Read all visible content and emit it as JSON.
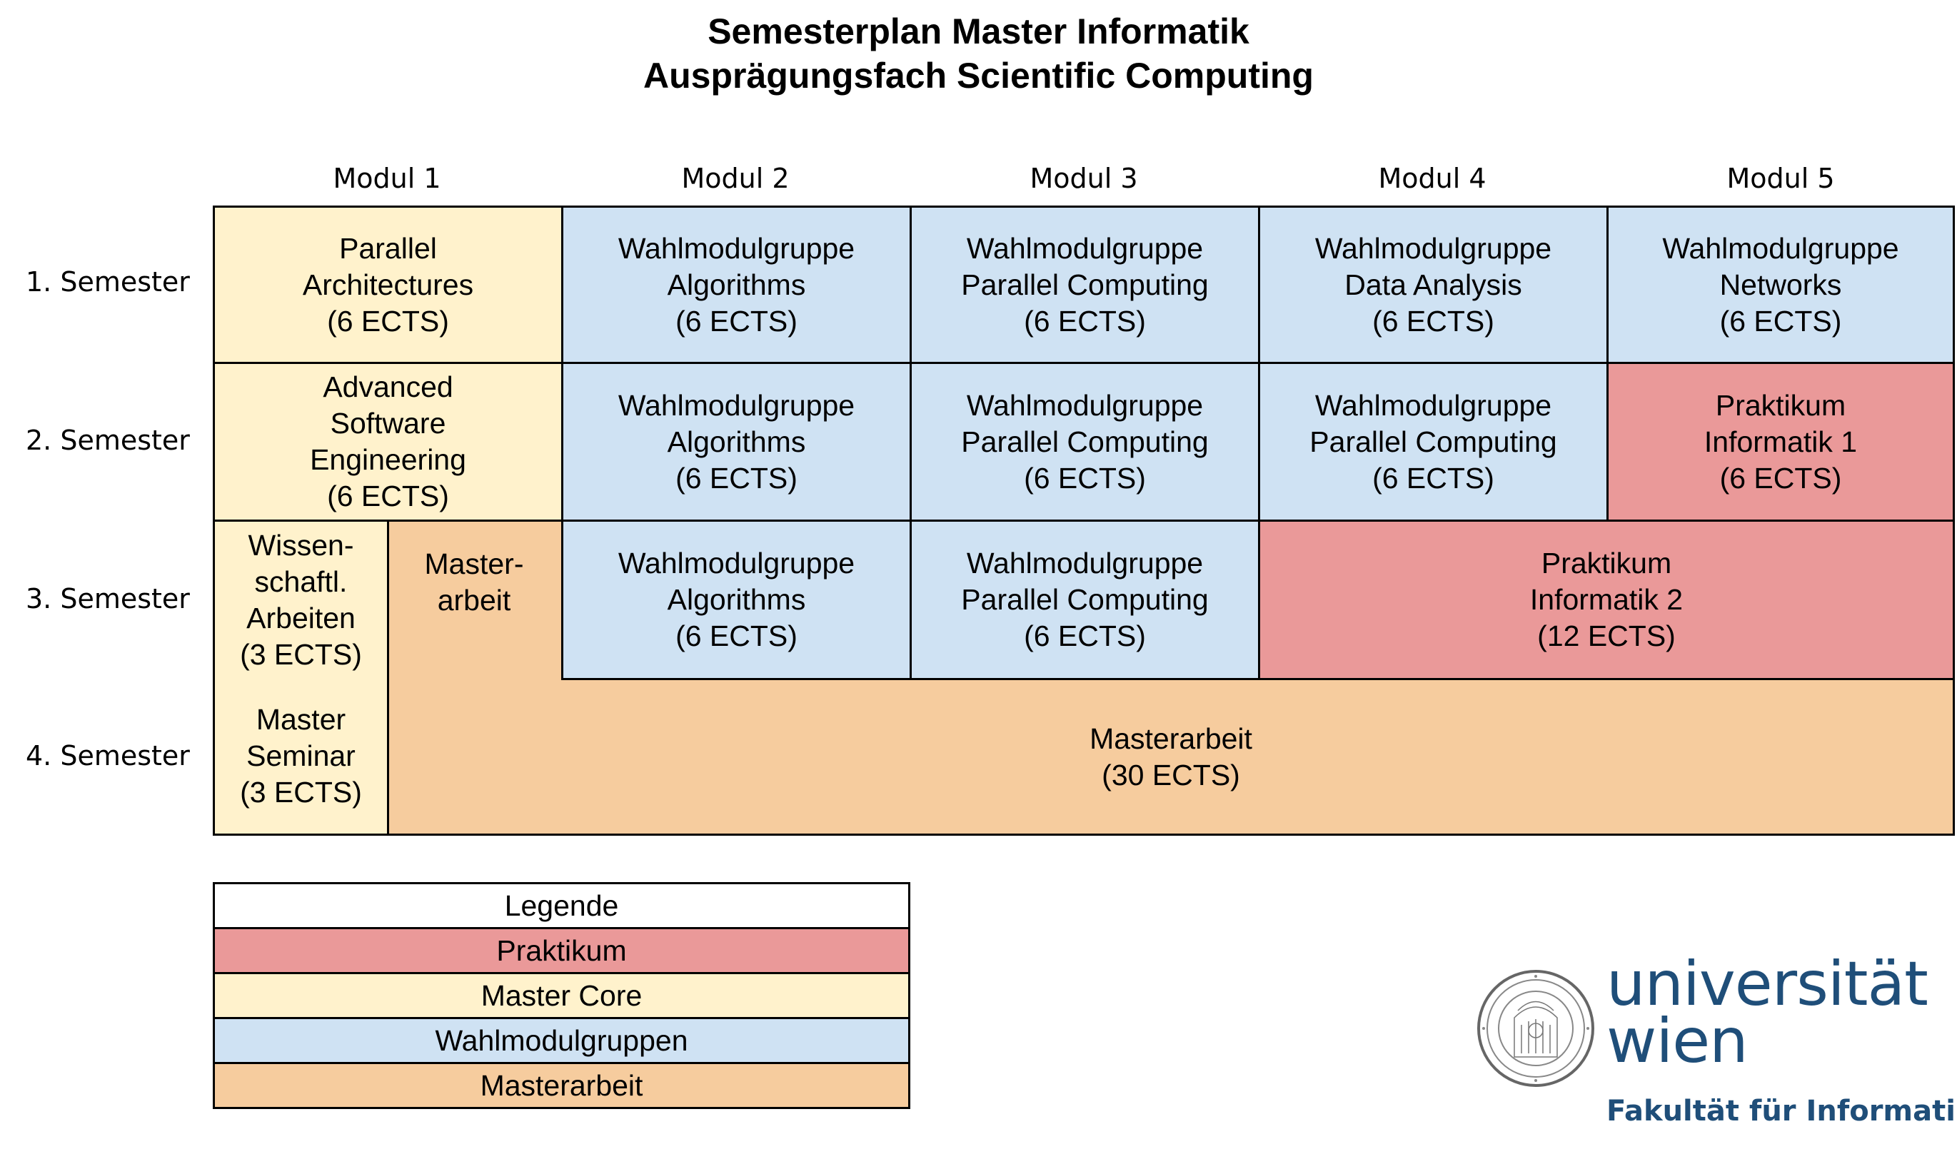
{
  "title": {
    "line1": "Semesterplan Master Informatik",
    "line2": "Ausprägungsfach Scientific Computing"
  },
  "columns": [
    "Modul 1",
    "Modul 2",
    "Modul 3",
    "Modul 4",
    "Modul 5"
  ],
  "rows": [
    "1. Semester",
    "2. Semester",
    "3. Semester",
    "4. Semester"
  ],
  "cells": {
    "s1m1": [
      "Parallel",
      "Architectures",
      "(6 ECTS)"
    ],
    "s1m2": [
      "Wahlmodulgruppe",
      "Algorithms",
      "(6 ECTS)"
    ],
    "s1m3": [
      "Wahlmodulgruppe",
      "Parallel Computing",
      "(6 ECTS)"
    ],
    "s1m4": [
      "Wahlmodulgruppe",
      "Data Analysis",
      "(6 ECTS)"
    ],
    "s1m5": [
      "Wahlmodulgruppe",
      "Networks",
      "(6 ECTS)"
    ],
    "s2m1": [
      "Advanced",
      "Software",
      "Engineering",
      "(6 ECTS)"
    ],
    "s2m2": [
      "Wahlmodulgruppe",
      "Algorithms",
      "(6 ECTS)"
    ],
    "s2m3": [
      "Wahlmodulgruppe",
      "Parallel Computing",
      "(6 ECTS)"
    ],
    "s2m4": [
      "Wahlmodulgruppe",
      "Parallel Computing",
      "(6 ECTS)"
    ],
    "s2m5": [
      "Praktikum",
      "Informatik 1",
      "(6 ECTS)"
    ],
    "s3m1a": [
      "Wissen-",
      "schaftl.",
      "Arbeiten",
      "(3 ECTS)"
    ],
    "s3m1b": [
      "Master-",
      "arbeit"
    ],
    "s3m2": [
      "Wahlmodulgruppe",
      "Algorithms",
      "(6 ECTS)"
    ],
    "s3m3": [
      "Wahlmodulgruppe",
      "Parallel Computing",
      "(6 ECTS)"
    ],
    "s3m45": [
      "Praktikum",
      "Informatik 2",
      "(12 ECTS)"
    ],
    "s4m1a": [
      "Master",
      "Seminar",
      "(3 ECTS)"
    ],
    "s4rest": [
      "Masterarbeit",
      "(30 ECTS)"
    ]
  },
  "legend": {
    "heading": "Legende",
    "items": [
      "Praktikum",
      "Master Core",
      "Wahlmodulgruppen",
      "Masterarbeit"
    ]
  },
  "logo": {
    "line1": "universität",
    "line2": "wien",
    "faculty": "Fakultät für Informatik"
  },
  "colors": {
    "core": "#fff2cc",
    "wahl": "#cfe2f3",
    "praktikum": "#ea9999",
    "masterarbeit": "#f6cc9e",
    "brand": "#1f4e79"
  }
}
